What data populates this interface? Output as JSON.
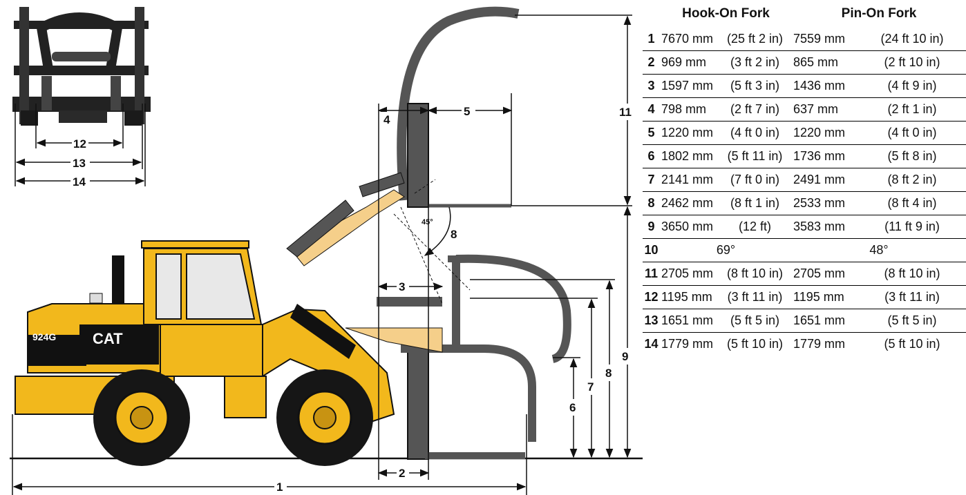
{
  "table": {
    "headers": [
      "Hook-On Fork",
      "Pin-On Fork"
    ],
    "rows": [
      {
        "n": "1",
        "hook_mm": "7670 mm",
        "hook_ft": "(25 ft 2 in)",
        "pin_mm": "7559 mm",
        "pin_ft": "(24 ft 10 in)"
      },
      {
        "n": "2",
        "hook_mm": "969 mm",
        "hook_ft": "(3 ft 2 in)",
        "pin_mm": "865 mm",
        "pin_ft": "(2 ft 10 in)"
      },
      {
        "n": "3",
        "hook_mm": "1597 mm",
        "hook_ft": "(5 ft 3 in)",
        "pin_mm": "1436 mm",
        "pin_ft": "(4 ft 9 in)"
      },
      {
        "n": "4",
        "hook_mm": "798 mm",
        "hook_ft": "(2 ft 7 in)",
        "pin_mm": "637 mm",
        "pin_ft": "(2 ft 1 in)"
      },
      {
        "n": "5",
        "hook_mm": "1220 mm",
        "hook_ft": "(4 ft 0 in)",
        "pin_mm": "1220 mm",
        "pin_ft": "(4 ft 0 in)"
      },
      {
        "n": "6",
        "hook_mm": "1802 mm",
        "hook_ft": "(5 ft 11 in)",
        "pin_mm": "1736 mm",
        "pin_ft": "(5 ft 8 in)"
      },
      {
        "n": "7",
        "hook_mm": "2141 mm",
        "hook_ft": "(7 ft 0 in)",
        "pin_mm": "2491 mm",
        "pin_ft": "(8 ft 2 in)"
      },
      {
        "n": "8",
        "hook_mm": "2462 mm",
        "hook_ft": "(8 ft 1 in)",
        "pin_mm": "2533 mm",
        "pin_ft": "(8 ft 4 in)"
      },
      {
        "n": "9",
        "hook_mm": "3650 mm",
        "hook_ft": "(12 ft)",
        "pin_mm": "3583 mm",
        "pin_ft": "(11 ft 9 in)"
      },
      {
        "n": "10",
        "hook_angle": "69°",
        "pin_angle": "48°"
      },
      {
        "n": "11",
        "hook_mm": "2705 mm",
        "hook_ft": "(8 ft 10 in)",
        "pin_mm": "2705 mm",
        "pin_ft": "(8 ft 10 in)"
      },
      {
        "n": "12",
        "hook_mm": "1195 mm",
        "hook_ft": "(3 ft 11 in)",
        "pin_mm": "1195 mm",
        "pin_ft": "(3 ft 11 in)"
      },
      {
        "n": "13",
        "hook_mm": "1651 mm",
        "hook_ft": "(5 ft 5 in)",
        "pin_mm": "1651 mm",
        "pin_ft": "(5 ft 5 in)"
      },
      {
        "n": "14",
        "hook_mm": "1779 mm",
        "hook_ft": "(5 ft 10 in)",
        "pin_mm": "1779 mm",
        "pin_ft": "(5 ft 10 in)"
      }
    ]
  },
  "diagram": {
    "dimension_labels": [
      "1",
      "2",
      "3",
      "4",
      "5",
      "6",
      "7",
      "8",
      "9",
      "11",
      "12",
      "13",
      "14"
    ],
    "angle_label": "45°",
    "model_badge": "924G",
    "brand_badge": "CAT"
  },
  "colors": {
    "machine_yellow": "#f2b81c",
    "fork_light": "#f5cf8a",
    "tire_black": "#161616",
    "fork_gray": "#555555",
    "line": "#111111"
  }
}
